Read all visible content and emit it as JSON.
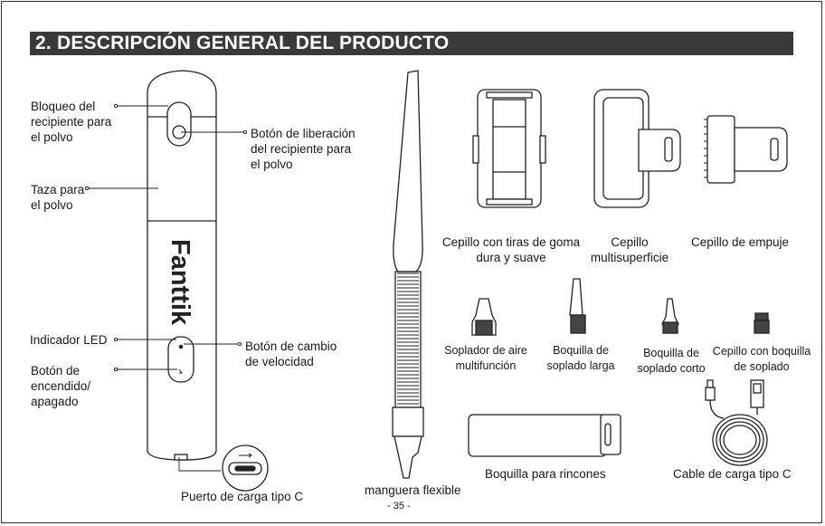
{
  "section_title": "2. DESCRIPCIÓN GENERAL DEL PRODUCTO",
  "brand": "Fanttik",
  "labels": {
    "dust_lock": [
      "Bloqueo del",
      "recipiente para",
      "el polvo"
    ],
    "dust_release": [
      "Botón de liberación",
      "del recipiente para",
      "el polvo"
    ],
    "dust_cup": [
      "Taza para",
      "el polvo"
    ],
    "led": "Indicador LED",
    "speed": [
      "Botón de cambio",
      "de velocidad"
    ],
    "power": [
      "Botón de",
      "encendido/",
      "apagado"
    ],
    "usb_port": "Puerto de carga tipo C",
    "hose": "manguera flexible",
    "rubber_brush": [
      "Cepillo con tiras de goma",
      "dura y suave"
    ],
    "multi_brush": [
      "Cepillo",
      "multisuperficie"
    ],
    "push_brush": "Cepillo de empuje",
    "multi_blower": [
      "Soplador de aire",
      "multifunción"
    ],
    "long_nozzle": [
      "Boquilla de",
      "soplado larga"
    ],
    "short_nozzle": [
      "Boquilla de",
      "soplado corto"
    ],
    "brush_nozzle": [
      "Cepillo con boquilla",
      "de soplado"
    ],
    "corner_nozzle": "Boquilla para rincones",
    "cable": "Cable de carga tipo C"
  },
  "page_number": "- 35 -"
}
